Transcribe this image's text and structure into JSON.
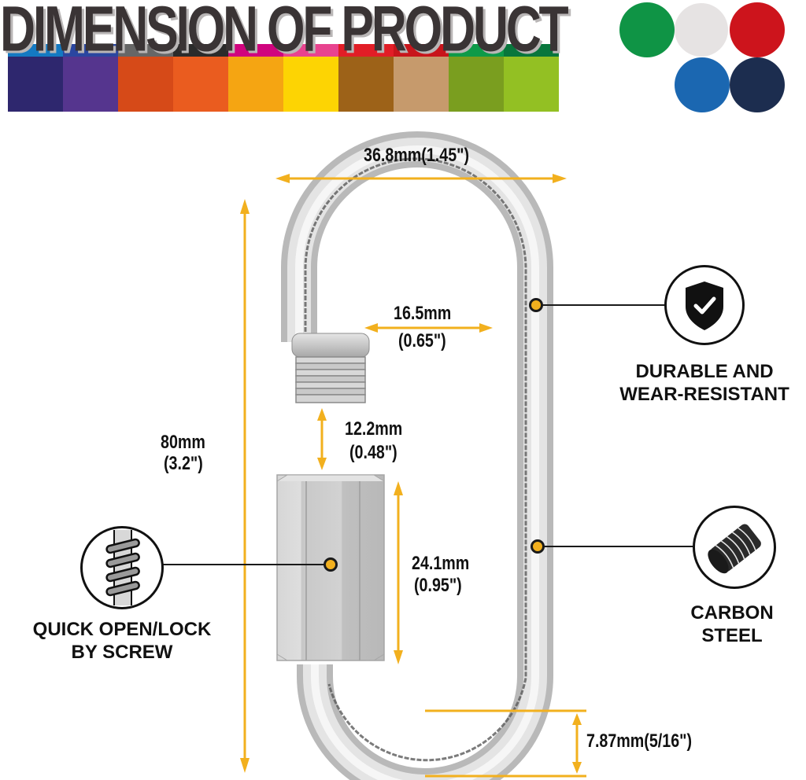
{
  "header": {
    "title": "DIMENSION OF PRODUCT",
    "swatch_colors": [
      "#2e276e",
      "#55358e",
      "#d64a18",
      "#ea5c1f",
      "#f5a512",
      "#fdd403",
      "#9d6218",
      "#c69a6c",
      "#7a9e1f",
      "#93c023"
    ],
    "strip_colors": [
      "#1479c2",
      "#2a46a0",
      "#666666",
      "#2b2b2b",
      "#d0047e",
      "#e8438f",
      "#e21d26",
      "#c8151b",
      "#0d9a48",
      "#08763c"
    ],
    "color_dots": [
      "#0f9445",
      "#e6e3e3",
      "#cd141c",
      "#1b67b1",
      "#1c2d4f"
    ]
  },
  "dimensions": {
    "width": "36.8mm(1.45\")",
    "height_mm": "80mm",
    "height_in": "(3.2\")",
    "opening_mm": "16.5mm",
    "opening_in": "(0.65\")",
    "gap_mm": "12.2mm",
    "gap_in": "(0.48\")",
    "nut_mm": "24.1mm",
    "nut_in": "(0.95\")",
    "wire": "7.87mm(5/16\")"
  },
  "features": {
    "durable_line1": "DURABLE AND",
    "durable_line2": "WEAR-RESISTANT",
    "carbon_line1": "CARBON",
    "carbon_line2": "STEEL",
    "screw_line1": "QUICK OPEN/LOCK",
    "screw_line2": "BY SCREW"
  },
  "accent_color": "#f2b01e"
}
